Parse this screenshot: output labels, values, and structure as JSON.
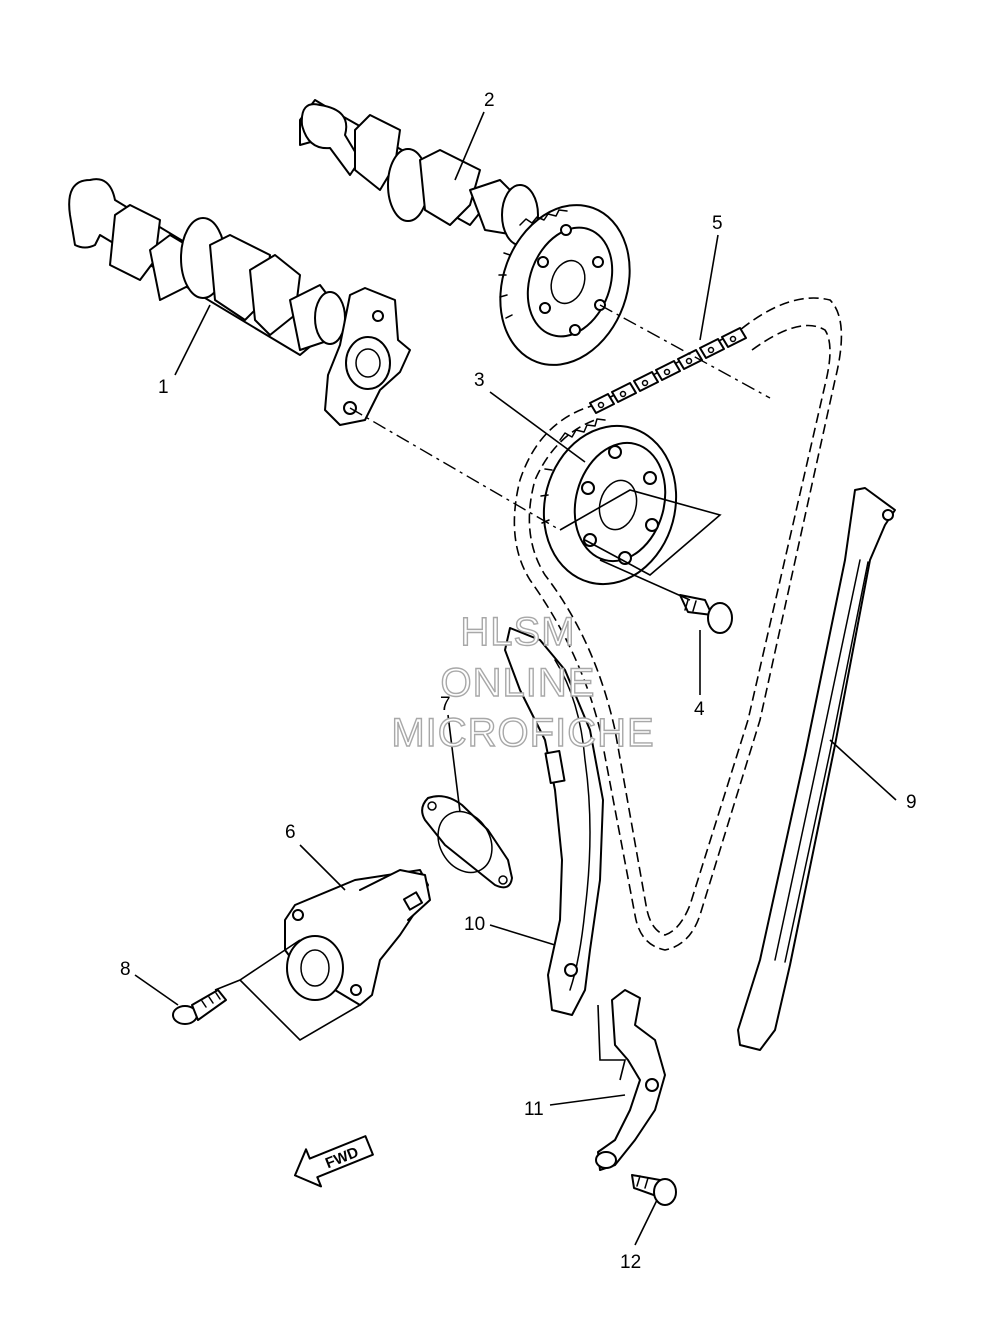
{
  "callouts": {
    "c1": "1",
    "c2": "2",
    "c3": "3",
    "c4": "4",
    "c5": "5",
    "c6": "6",
    "c7": "7",
    "c8": "8",
    "c9": "9",
    "c10": "10",
    "c11": "11",
    "c12": "12"
  },
  "watermark": {
    "line1": "HLSM",
    "line2": "ONLINE",
    "line3": "MICROFICHE"
  },
  "fwd_label": "FWD",
  "colors": {
    "line": "#000000",
    "background": "#ffffff",
    "watermark": "#a8a8a8"
  }
}
